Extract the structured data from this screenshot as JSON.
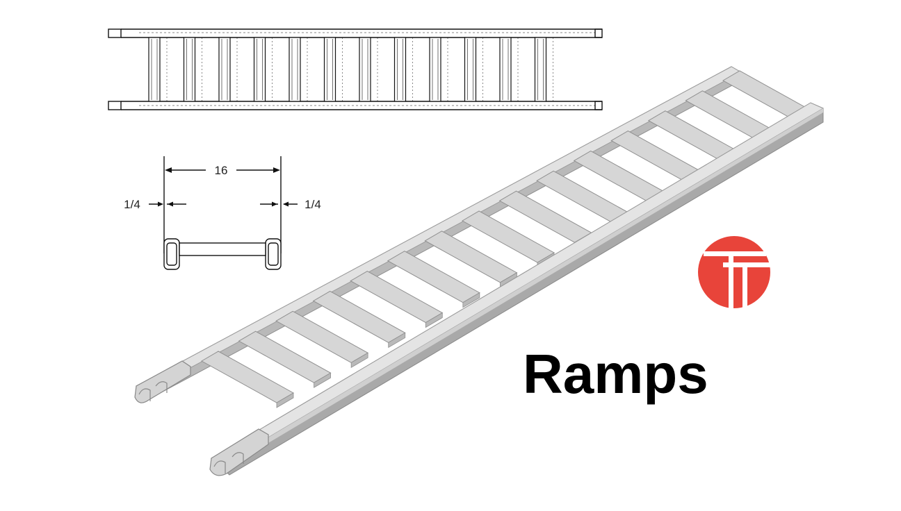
{
  "title": "Ramps",
  "section_drawing": {
    "width_label": "16",
    "left_gap_label": "1/4",
    "right_gap_label": "1/4"
  },
  "plan_view": {
    "rung_count": 12
  },
  "ramp_3d": {
    "rung_count": 15
  },
  "logo": {
    "icon": "tt-logo-icon"
  },
  "colors": {
    "logo_red": "#e8443a",
    "ramp_light": "#d6d6d6",
    "ramp_mid": "#b9b9b9",
    "ramp_dark": "#8f8f8f",
    "line": "#111111"
  }
}
